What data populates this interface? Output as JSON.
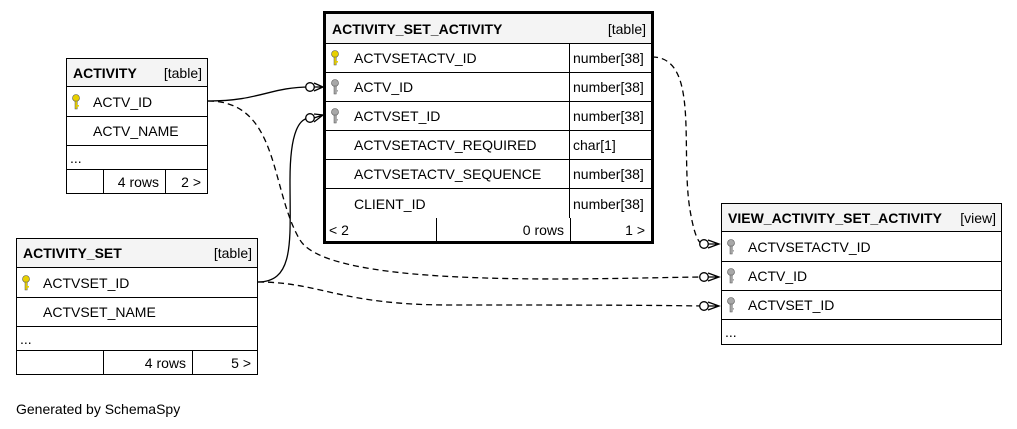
{
  "footer": {
    "generated_by": "Generated by SchemaSpy"
  },
  "tables": {
    "activity": {
      "name": "ACTIVITY",
      "kind": "[table]",
      "columns": [
        {
          "name": "ACTV_ID",
          "key": "primary"
        },
        {
          "name": "ACTV_NAME",
          "key": "none"
        }
      ],
      "more": "...",
      "footer": {
        "left": "",
        "rows": "4 rows",
        "right": "2 >"
      }
    },
    "activity_set": {
      "name": "ACTIVITY_SET",
      "kind": "[table]",
      "columns": [
        {
          "name": "ACTVSET_ID",
          "key": "primary"
        },
        {
          "name": "ACTVSET_NAME",
          "key": "none"
        }
      ],
      "more": "...",
      "footer": {
        "left": "",
        "rows": "4 rows",
        "right": "5 >"
      }
    },
    "activity_set_activity": {
      "name": "ACTIVITY_SET_ACTIVITY",
      "kind": "[table]",
      "columns": [
        {
          "name": "ACTVSETACTV_ID",
          "type": "number[38]",
          "key": "primary"
        },
        {
          "name": "ACTV_ID",
          "type": "number[38]",
          "key": "foreign"
        },
        {
          "name": "ACTVSET_ID",
          "type": "number[38]",
          "key": "foreign"
        },
        {
          "name": "ACTVSETACTV_REQUIRED",
          "type": "char[1]",
          "key": "none"
        },
        {
          "name": "ACTVSETACTV_SEQUENCE",
          "type": "number[38]",
          "key": "none"
        },
        {
          "name": "CLIENT_ID",
          "type": "number[38]",
          "key": "none"
        }
      ],
      "footer": {
        "left": "< 2",
        "rows": "0 rows",
        "right": "1 >"
      }
    },
    "view_activity_set_activity": {
      "name": "VIEW_ACTIVITY_SET_ACTIVITY",
      "kind": "[view]",
      "columns": [
        {
          "name": "ACTVSETACTV_ID",
          "key": "foreign"
        },
        {
          "name": "ACTV_ID",
          "key": "foreign"
        },
        {
          "name": "ACTVSET_ID",
          "key": "foreign"
        }
      ],
      "more": "..."
    }
  },
  "colors": {
    "primary_key": "#e8d000",
    "foreign_key": "#a8a8a8",
    "header_bg": "#f4f4f4"
  },
  "icons": {
    "primary_key": "key-icon-gold",
    "foreign_key": "key-icon-gray"
  }
}
